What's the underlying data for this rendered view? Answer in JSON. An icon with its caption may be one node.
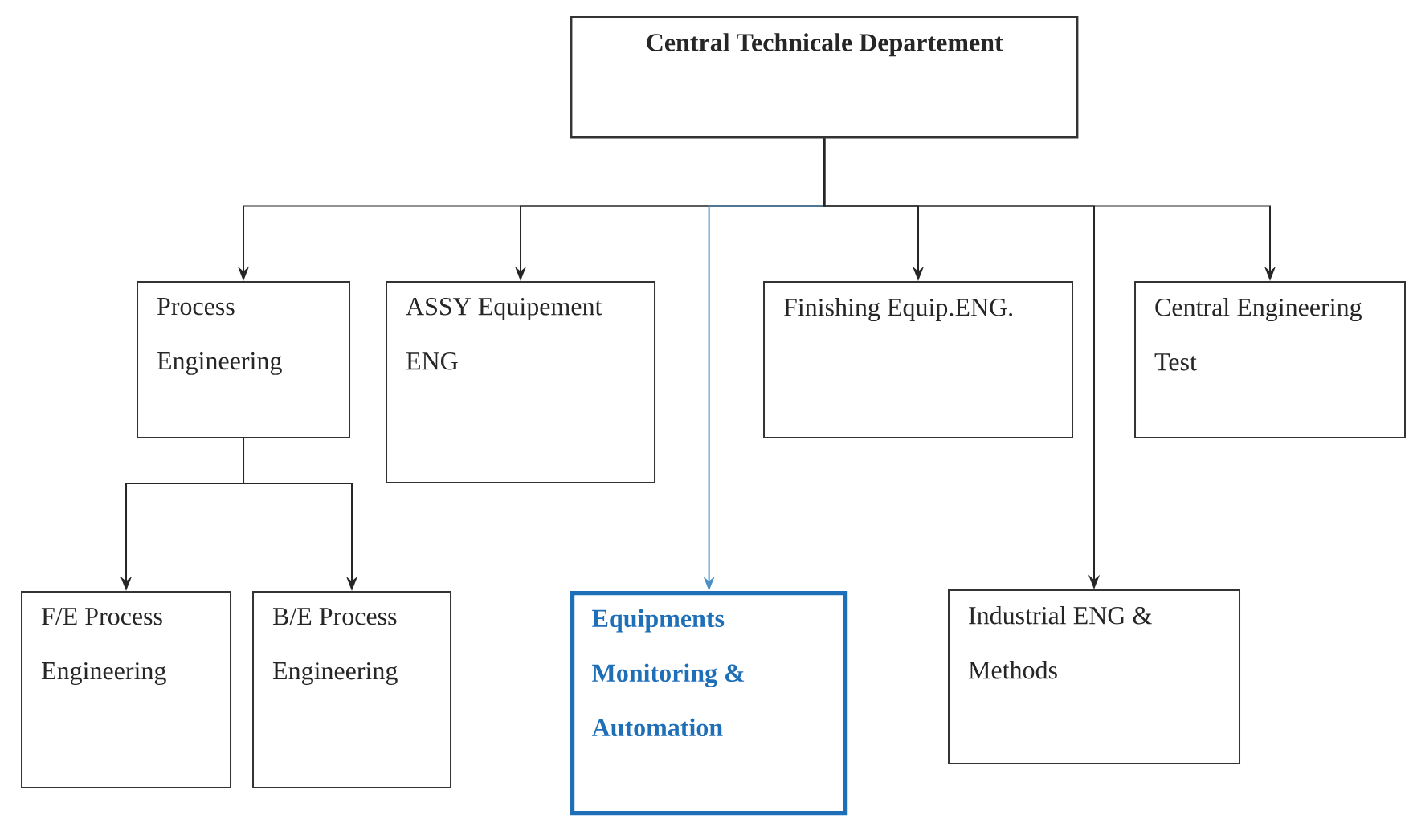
{
  "diagram": {
    "nodes": [
      {
        "text": [
          "Central Technicale Departement"
        ]
      },
      {
        "text": [
          "Process Engineering"
        ]
      },
      {
        "text": [
          "ASSY Equipement ENG"
        ]
      },
      {
        "text": [
          "Finishing Equip.ENG."
        ]
      },
      {
        "text": [
          "Central Engineering Test"
        ]
      },
      {
        "text": [
          "F/E Process Engineering"
        ]
      },
      {
        "text": [
          "B/E Process Engineering"
        ]
      },
      {
        "text": [
          "Equipments Monitoring & Automation"
        ]
      },
      {
        "text": [
          "Industrial ENG & Methods"
        ]
      }
    ],
    "edges": [
      {
        "from": 0,
        "to": 1,
        "arrow": "to"
      },
      {
        "from": 0,
        "to": 2,
        "arrow": "to"
      },
      {
        "from": 0,
        "to": 7,
        "arrow": "to",
        "color": "#4a90c8"
      },
      {
        "from": 0,
        "to": 3,
        "arrow": "to"
      },
      {
        "from": 0,
        "to": 8,
        "arrow": "to"
      },
      {
        "from": 0,
        "to": 4,
        "arrow": "to"
      },
      {
        "from": 1,
        "to": 5,
        "arrow": "to"
      },
      {
        "from": 1,
        "to": 6,
        "arrow": "to"
      }
    ]
  }
}
